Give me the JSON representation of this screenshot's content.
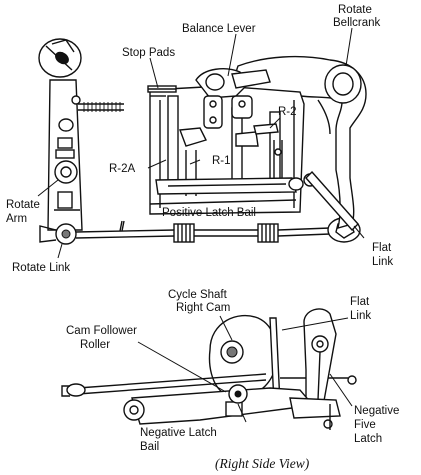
{
  "labels": {
    "balance_lever": "Balance Lever",
    "rotate_bellcrank_1": "Rotate",
    "rotate_bellcrank_2": "Bellcrank",
    "stop_pads": "Stop Pads",
    "r2": "R-2",
    "r2a": "R-2A",
    "r1": "R-1",
    "positive_latch_bail": "Positive Latch Bail",
    "rotate_arm_1": "Rotate",
    "rotate_arm_2": "Arm",
    "rotate_link": "Rotate Link",
    "flat_link_top_1": "Flat",
    "flat_link_top_2": "Link",
    "cycle_shaft_1": "Cycle Shaft",
    "cycle_shaft_2": "Right Cam",
    "flat_link_bottom_1": "Flat",
    "flat_link_bottom_2": "Link",
    "cam_follower_1": "Cam Follower",
    "cam_follower_2": "Roller",
    "negative_latch_1": "Negative Latch",
    "negative_latch_2": "Bail",
    "negative_five_1": "Negative",
    "negative_five_2": "Five",
    "negative_five_3": "Latch"
  },
  "caption": "(Right Side View)"
}
